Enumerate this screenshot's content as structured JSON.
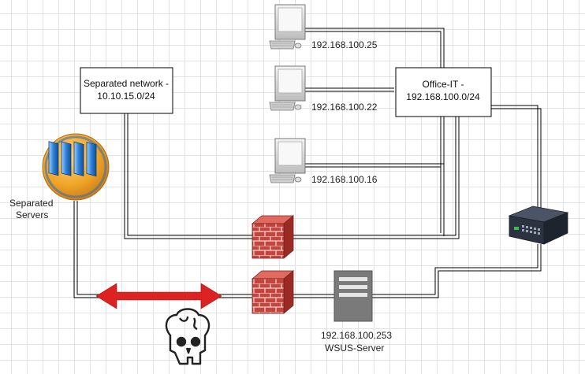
{
  "boxes": {
    "separated_network": {
      "line1": "Separated network -",
      "line2": "10.10.15.0/24"
    },
    "office_it": {
      "line1": "Office-IT -",
      "line2": "192.168.100.0/24"
    }
  },
  "workstations": [
    {
      "ip": "192.168.100.25"
    },
    {
      "ip": "192.168.100.22"
    },
    {
      "ip": "192.168.100.16"
    }
  ],
  "servers": {
    "line1": "Separated",
    "line2": "Servers"
  },
  "wsus": {
    "ip": "192.168.100.253",
    "name": "WSUS-Server"
  },
  "colors": {
    "firewall_brick": "#c4443e",
    "arrow": "#dd2222",
    "server_blue": "#1b6ab8",
    "server_orange": "#f0a62a",
    "switch_body": "#2c3340",
    "wsus_gray": "#7a7a7a"
  },
  "icons": [
    "workstation-icon",
    "firewall-icon",
    "network-switch-icon",
    "server-rack-icon",
    "server-tower-icon",
    "skull-brain-icon",
    "double-arrow-icon"
  ]
}
